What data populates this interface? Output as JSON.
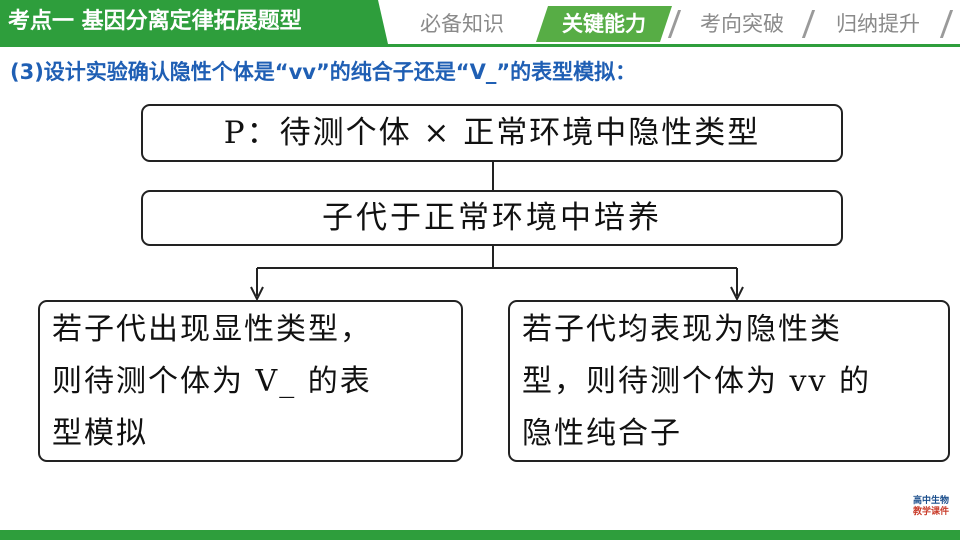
{
  "header": {
    "topic_title": "考点一  基因分离定律拓展题型",
    "tabs": [
      {
        "label": "必备知识",
        "active": false
      },
      {
        "label": "关键能力",
        "active": true
      },
      {
        "label": "考向突破",
        "active": false
      },
      {
        "label": "归纳提升",
        "active": false
      }
    ]
  },
  "subtitle": "(3)设计实验确认隐性个体是“vv”的纯合子还是“V_”的表型模拟：",
  "flowchart": {
    "parents_box": "P：待测个体 × 正常环境中隐性类型",
    "culture_box": "子代于正常环境中培养",
    "left_result": [
      "若子代出现显性类型，",
      "则待测个体为 V_ 的表",
      "型模拟"
    ],
    "right_result": [
      "若子代均表现为隐性类",
      "型，则待测个体为 vv 的",
      "隐性纯合子"
    ]
  },
  "logo": {
    "line1": "高中生物",
    "line2": "教学课件"
  },
  "colors": {
    "green": "#2e9e3c",
    "active_tab": "#57ad45",
    "subtitle": "#1f5fb4"
  }
}
